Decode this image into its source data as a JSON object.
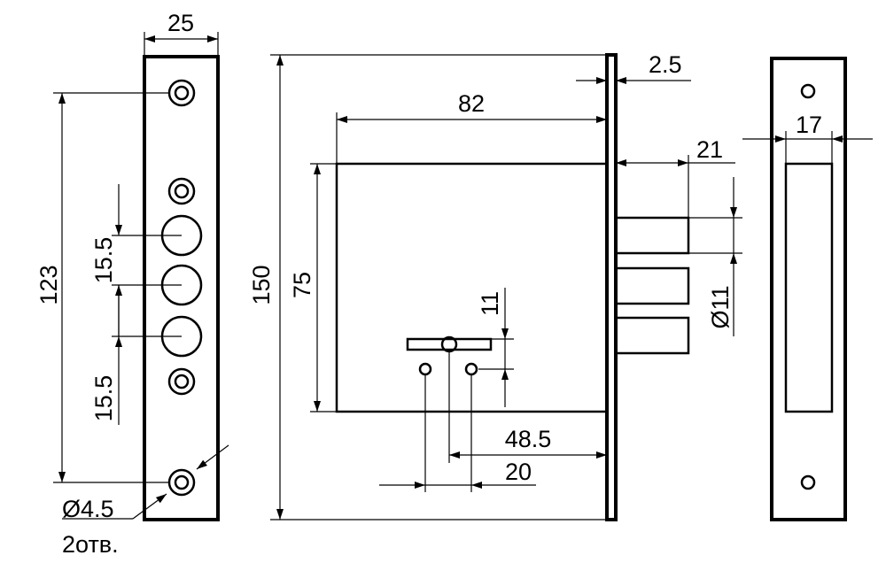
{
  "diagram": {
    "colors": {
      "line": "#000000",
      "background": "#ffffff"
    },
    "front_plate": {
      "width_label": "25",
      "height_label": "123",
      "upper_spacing_label": "15.5",
      "lower_spacing_label": "15.5",
      "hole_diameter_label": "Ø4.5",
      "hole_count_label": "2отв."
    },
    "lock_body": {
      "total_height_label": "150",
      "body_height_label": "75",
      "body_depth_label": "82",
      "plate_thickness_label": "2.5",
      "bolt_projection_label": "21",
      "bolt_diameter_label": "Ø11",
      "keyhole_height_label": "11",
      "backset_label": "48.5",
      "spindle_offset_label": "20"
    },
    "strike_plate": {
      "opening_width_label": "17"
    }
  }
}
